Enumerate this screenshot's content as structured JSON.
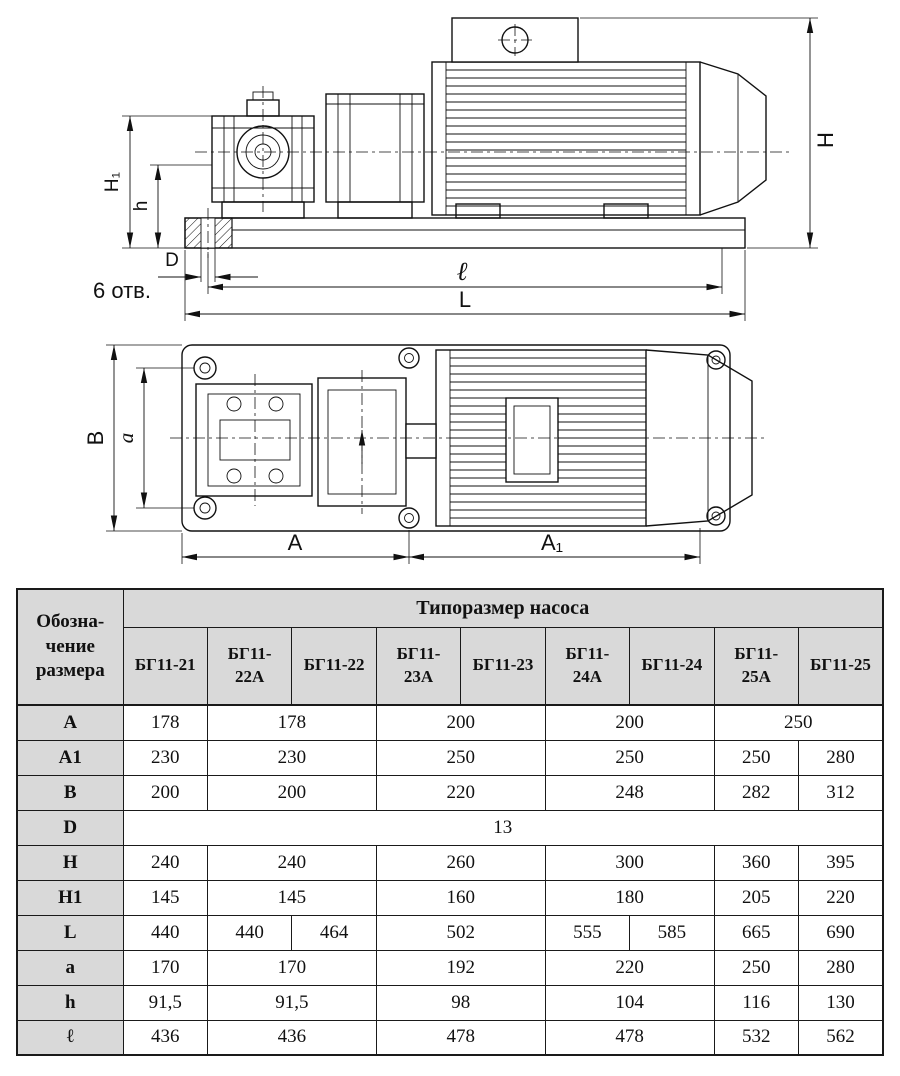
{
  "drawing": {
    "labels": {
      "H1": "H₁",
      "h": "h",
      "D": "D",
      "holes": "6 отв.",
      "ell": "ℓ",
      "L": "L",
      "H": "H",
      "B": "B",
      "a": "a",
      "A": "A",
      "A1": "A₁"
    }
  },
  "table": {
    "corner_label": "Обозна-\nчение\nразмера",
    "group_header": "Типоразмер насоса",
    "columns": [
      "БГ11-21",
      "БГ11-22А",
      "БГ11-22",
      "БГ11-23А",
      "БГ11-23",
      "БГ11-24А",
      "БГ11-24",
      "БГ11-25А",
      "БГ11-25"
    ],
    "rows": [
      {
        "label": "A",
        "cells": [
          {
            "v": "178",
            "span": 1
          },
          {
            "v": "178",
            "span": 2
          },
          {
            "v": "200",
            "span": 2
          },
          {
            "v": "200",
            "span": 2
          },
          {
            "v": "250",
            "span": 2
          }
        ]
      },
      {
        "label": "A1",
        "cells": [
          {
            "v": "230",
            "span": 1
          },
          {
            "v": "230",
            "span": 2
          },
          {
            "v": "250",
            "span": 2
          },
          {
            "v": "250",
            "span": 2
          },
          {
            "v": "250",
            "span": 1
          },
          {
            "v": "280",
            "span": 1
          }
        ]
      },
      {
        "label": "B",
        "cells": [
          {
            "v": "200",
            "span": 1
          },
          {
            "v": "200",
            "span": 2
          },
          {
            "v": "220",
            "span": 2
          },
          {
            "v": "248",
            "span": 2
          },
          {
            "v": "282",
            "span": 1
          },
          {
            "v": "312",
            "span": 1
          }
        ]
      },
      {
        "label": "D",
        "cells": [
          {
            "v": "13",
            "span": 9
          }
        ]
      },
      {
        "label": "H",
        "cells": [
          {
            "v": "240",
            "span": 1
          },
          {
            "v": "240",
            "span": 2
          },
          {
            "v": "260",
            "span": 2
          },
          {
            "v": "300",
            "span": 2
          },
          {
            "v": "360",
            "span": 1
          },
          {
            "v": "395",
            "span": 1
          }
        ]
      },
      {
        "label": "H1",
        "cells": [
          {
            "v": "145",
            "span": 1
          },
          {
            "v": "145",
            "span": 2
          },
          {
            "v": "160",
            "span": 2
          },
          {
            "v": "180",
            "span": 2
          },
          {
            "v": "205",
            "span": 1
          },
          {
            "v": "220",
            "span": 1
          }
        ]
      },
      {
        "label": "L",
        "cells": [
          {
            "v": "440",
            "span": 1
          },
          {
            "v": "440",
            "span": 1
          },
          {
            "v": "464",
            "span": 1
          },
          {
            "v": "502",
            "span": 2
          },
          {
            "v": "555",
            "span": 1
          },
          {
            "v": "585",
            "span": 1
          },
          {
            "v": "665",
            "span": 1
          },
          {
            "v": "690",
            "span": 1
          }
        ]
      },
      {
        "label": "a",
        "cells": [
          {
            "v": "170",
            "span": 1
          },
          {
            "v": "170",
            "span": 2
          },
          {
            "v": "192",
            "span": 2
          },
          {
            "v": "220",
            "span": 2
          },
          {
            "v": "250",
            "span": 1
          },
          {
            "v": "280",
            "span": 1
          }
        ]
      },
      {
        "label": "h",
        "cells": [
          {
            "v": "91,5",
            "span": 1
          },
          {
            "v": "91,5",
            "span": 2
          },
          {
            "v": "98",
            "span": 2
          },
          {
            "v": "104",
            "span": 2
          },
          {
            "v": "116",
            "span": 1
          },
          {
            "v": "130",
            "span": 1
          }
        ]
      },
      {
        "label": "ℓ",
        "cells": [
          {
            "v": "436",
            "span": 1
          },
          {
            "v": "436",
            "span": 2
          },
          {
            "v": "478",
            "span": 2
          },
          {
            "v": "478",
            "span": 2
          },
          {
            "v": "532",
            "span": 1
          },
          {
            "v": "562",
            "span": 1
          }
        ]
      }
    ]
  }
}
